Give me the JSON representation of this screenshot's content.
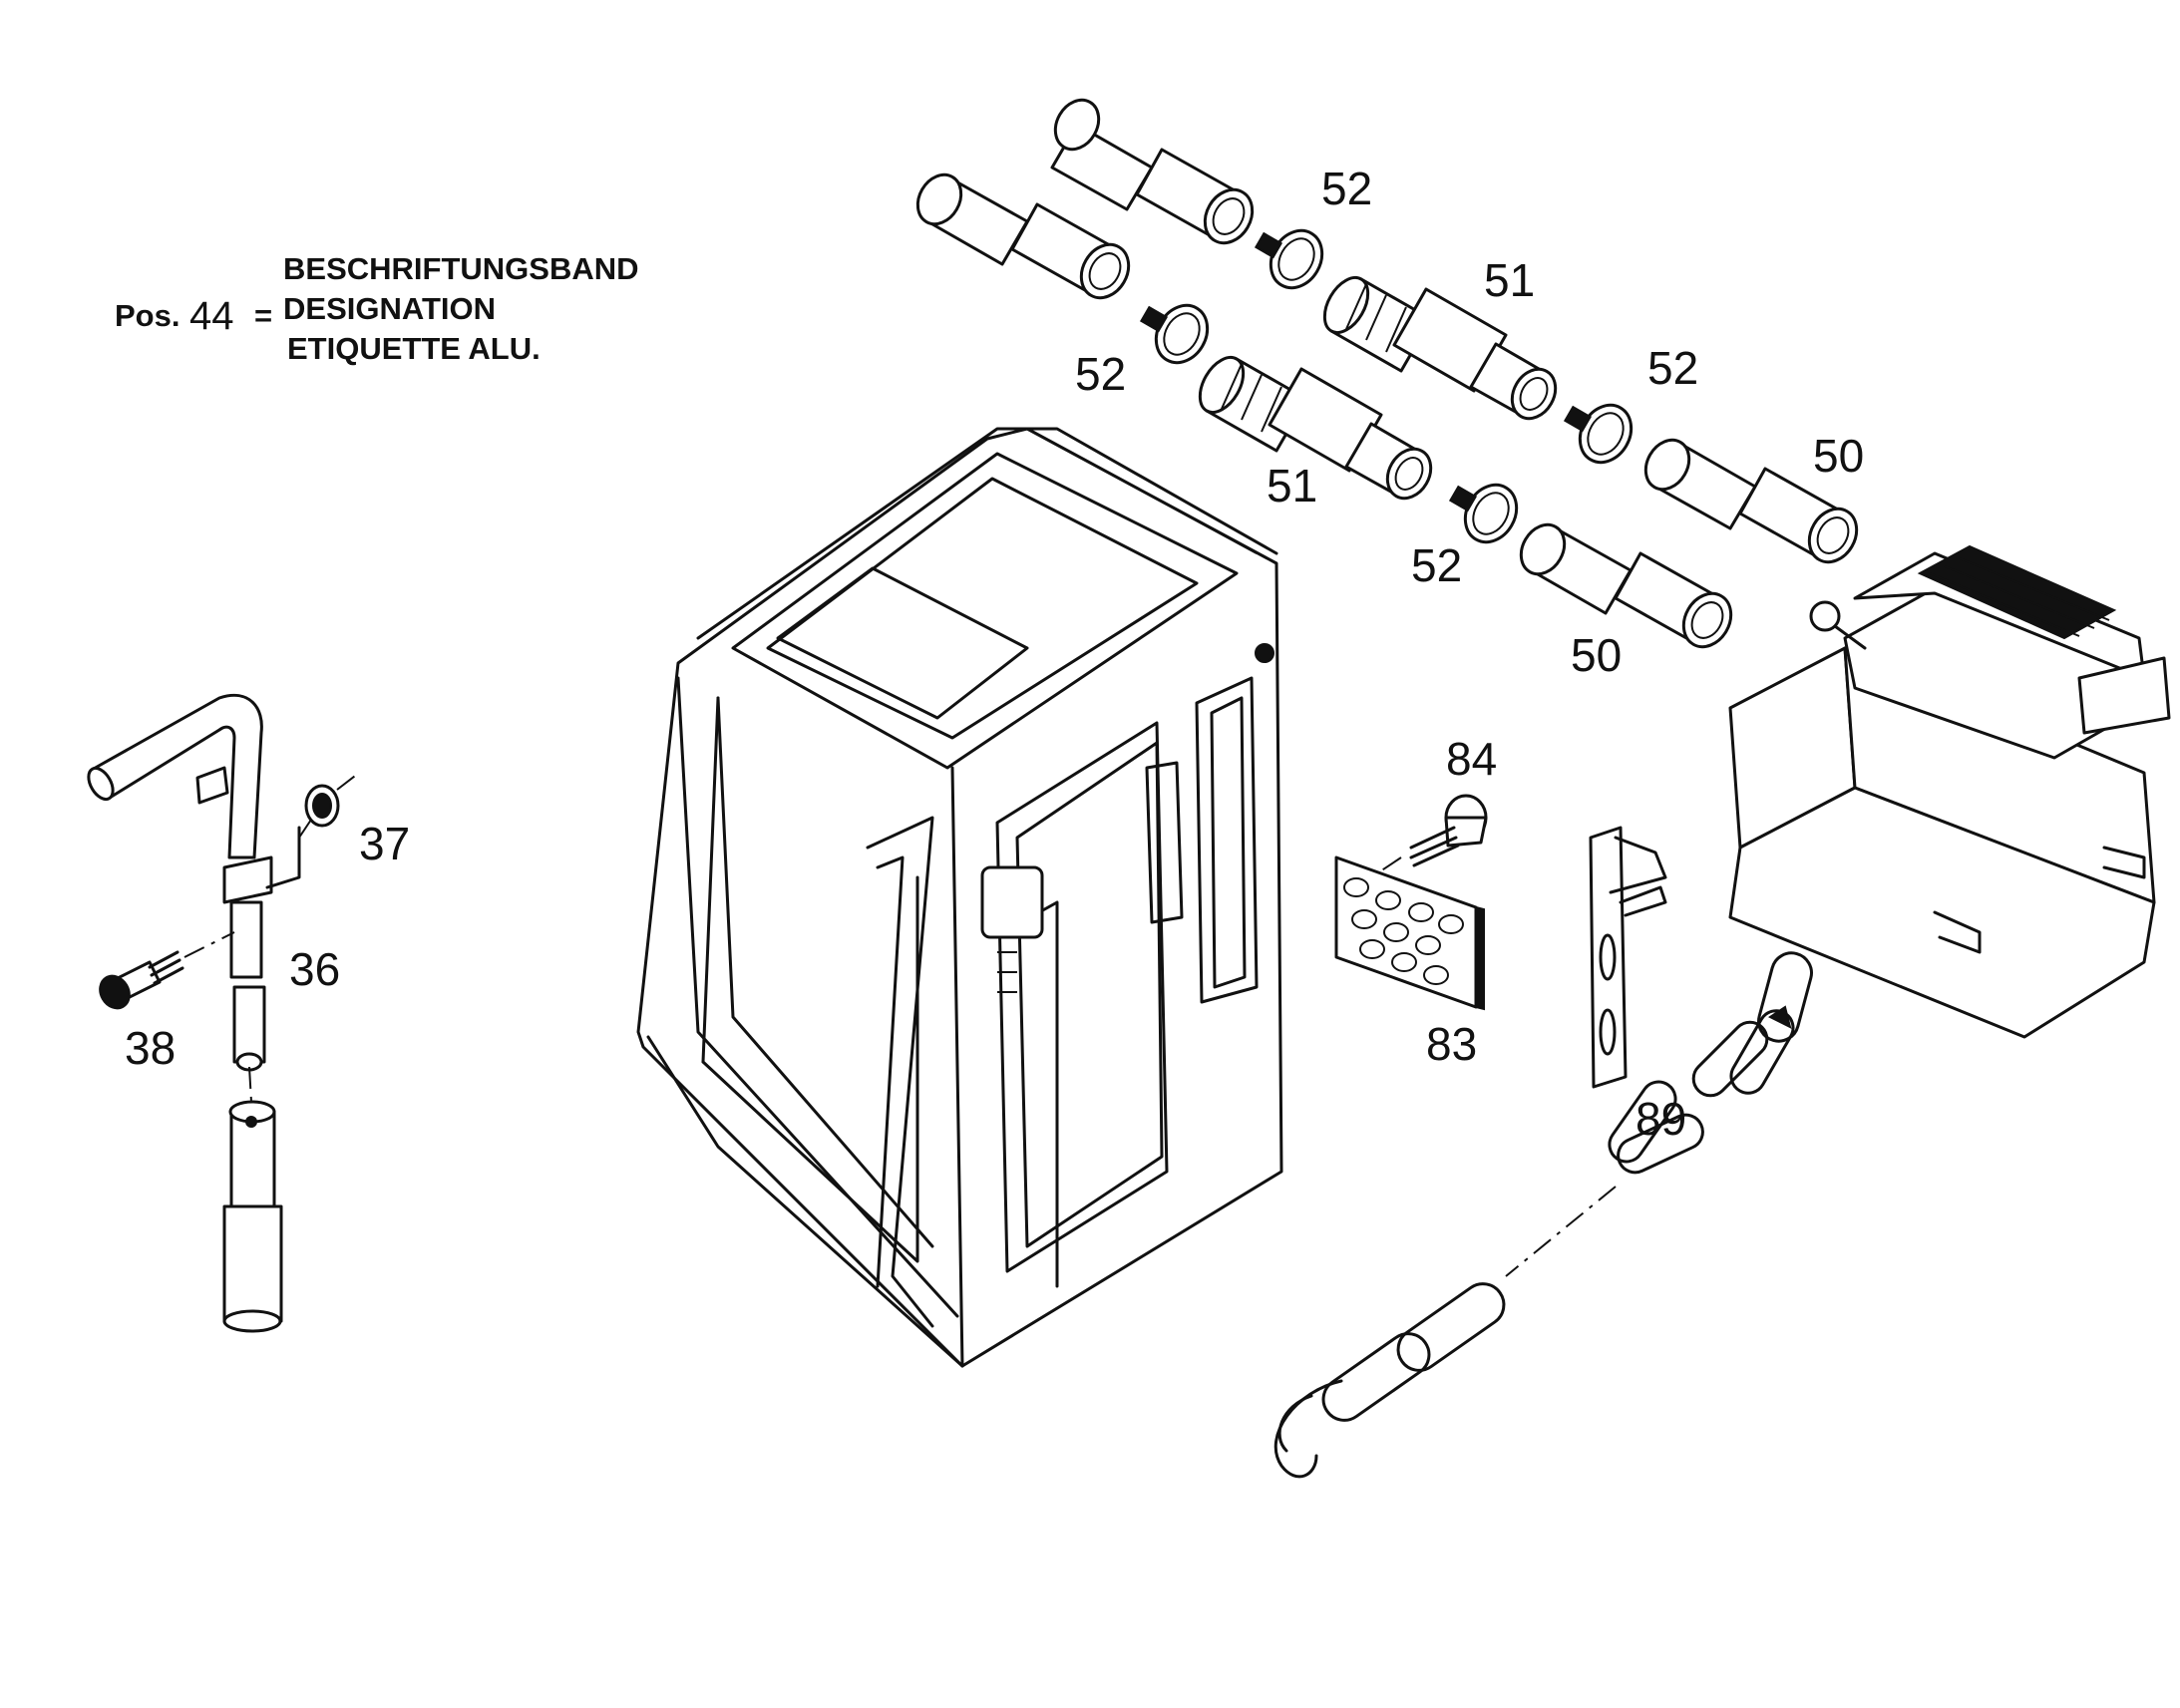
{
  "legend": {
    "pos_label": "Pos.",
    "pos_number": "44",
    "separator": "=",
    "lines": [
      "BESCHRIFTUNGSBAND",
      "DESIGNATION",
      "ETIQUETTE ALU."
    ]
  },
  "callouts": {
    "c52a": "52",
    "c52b": "52",
    "c52c": "52",
    "c52d": "52",
    "c51a": "51",
    "c51b": "51",
    "c50a": "50",
    "c50b": "50",
    "c37": "37",
    "c36": "36",
    "c38": "38",
    "c84": "84",
    "c83": "83",
    "c89": "89"
  }
}
